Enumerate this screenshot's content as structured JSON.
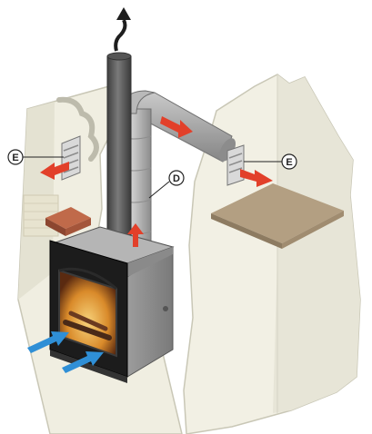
{
  "callouts": [
    {
      "id": "E-left",
      "label": "E"
    },
    {
      "id": "D",
      "label": "D"
    },
    {
      "id": "E-right",
      "label": "E"
    }
  ],
  "colors": {
    "wall": "#efeddf",
    "wall_edge": "#c8c6b4",
    "duct": "#9a9a9a",
    "duct_dark": "#6f6f6f",
    "flue": "#5c5c5c",
    "hot_air_arrow": "#e2402a",
    "cool_air_arrow": "#2f8fd6",
    "firebox": "#1c1c1c",
    "fire": "#e0a034",
    "shelf": "#b29f82",
    "brick": "#a4553a"
  },
  "icons": [
    "exhaust-up-arrow",
    "hot-air-arrow",
    "cool-air-arrow",
    "callout-circle"
  ]
}
